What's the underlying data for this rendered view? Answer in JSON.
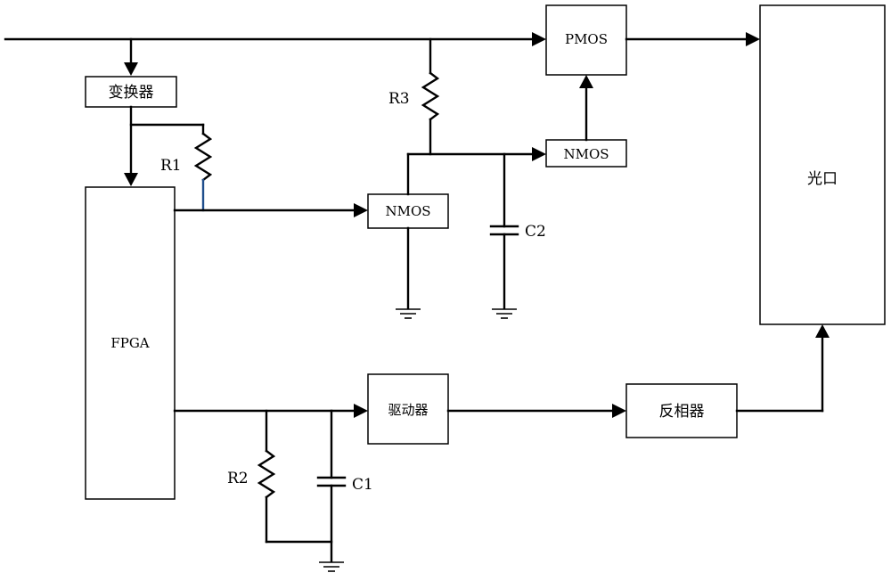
{
  "blocks": {
    "pmos": "PMOS",
    "converter": "变换器",
    "nmos_top": "NMOS",
    "nmos_mid": "NMOS",
    "fpga": "FPGA",
    "driver": "驱动器",
    "inverter": "反相器",
    "optical_port": "光口"
  },
  "components": {
    "r1": "R1",
    "r2": "R2",
    "r3": "R3",
    "c1": "C1",
    "c2": "C2"
  }
}
